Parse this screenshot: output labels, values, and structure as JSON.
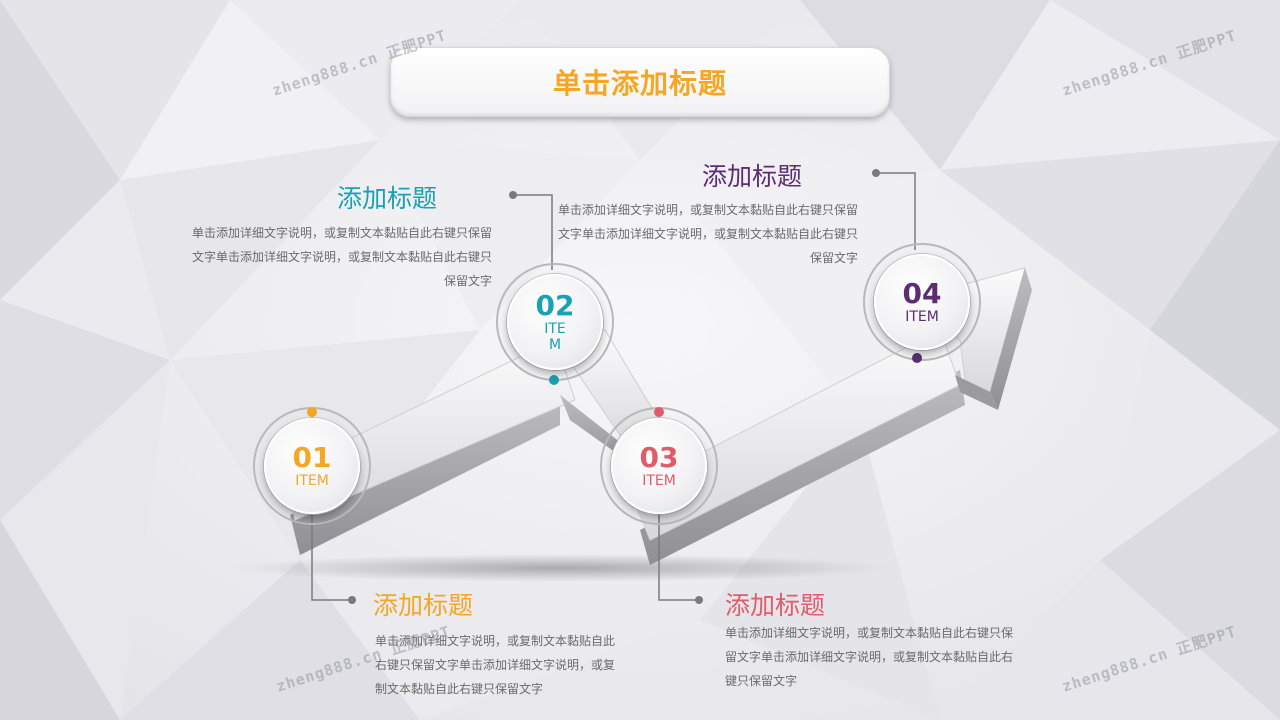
{
  "title": "单击添加标题",
  "colors": {
    "orange": "#f5a623",
    "teal": "#1aa1b3",
    "red": "#e25b6a",
    "purple": "#5b2d73"
  },
  "items": [
    {
      "number": "01",
      "label": "ITEM",
      "heading": "添加标题",
      "description": "单击添加详细文字说明，或复制文本黏贴自此右键只保留文字单击添加详细文字说明，或复制文本黏贴自此右键只保留文字"
    },
    {
      "number": "02",
      "label": "ITEM",
      "heading": "添加标题",
      "description": "单击添加详细文字说明，或复制文本黏贴自此右键只保留文字单击添加详细文字说明，或复制文本黏贴自此右键只保留文字"
    },
    {
      "number": "03",
      "label": "ITEM",
      "heading": "添加标题",
      "description": "单击添加详细文字说明，或复制文本黏贴自此右键只保留文字单击添加详细文字说明，或复制文本黏贴自此右键只保留文字"
    },
    {
      "number": "04",
      "label": "ITEM",
      "heading": "添加标题",
      "description": "单击添加详细文字说明，或复制文本黏贴自此右键只保留文字单击添加详细文字说明，或复制文本黏贴自此右键只保留文字"
    }
  ],
  "watermark": "zheng888.cn 正肥PPT"
}
